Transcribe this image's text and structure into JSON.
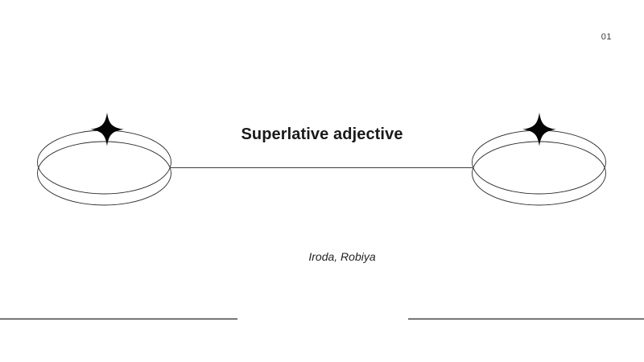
{
  "slide": {
    "page_number": "01",
    "title": "Superlative adjective",
    "authors": "Iroda, Robiya",
    "background_color": "#ffffff",
    "text_color": "#1a1a1a",
    "line_color": "#3f3f40",
    "shape_stroke_color": "#2b2b2b",
    "sparkle_color": "#050505"
  },
  "decor": {
    "left_ring_label": "ring",
    "right_ring_label": "ring",
    "left_sparkle_label": "sparkle",
    "right_sparkle_label": "sparkle",
    "connector_label": "connector",
    "rule_left_label": "rule",
    "rule_right_label": "rule"
  }
}
